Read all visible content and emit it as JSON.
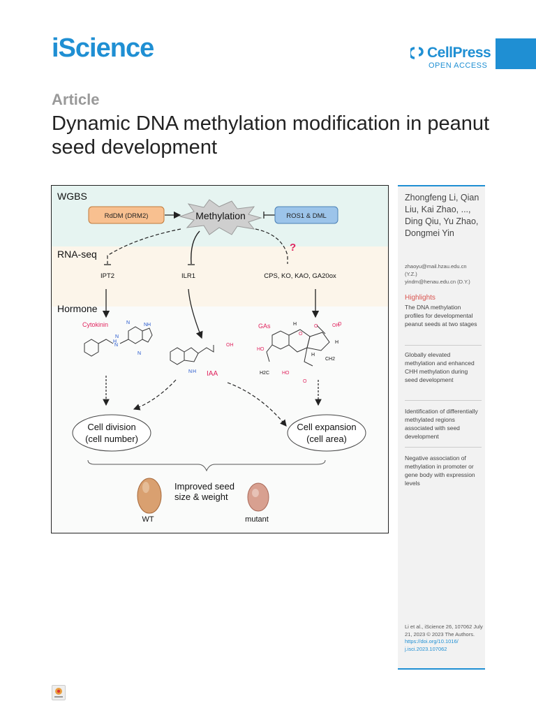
{
  "header": {
    "journal": "iScience",
    "publisher": "CellPress",
    "access": "OPEN ACCESS"
  },
  "article": {
    "type": "Article",
    "title": "Dynamic DNA methylation modification in peanut seed development"
  },
  "graphical_abstract": {
    "section_labels": [
      "WGBS",
      "RNA-seq",
      "Hormone"
    ],
    "rddm": "RdDM (DRM2)",
    "methylation": "Methylation",
    "ros1": "ROS1 & DML",
    "question": "?",
    "genes": [
      "IPT2",
      "ILR1",
      "CPS, KO, KAO, GA20ox"
    ],
    "hormones": [
      "Cytokinin",
      "IAA",
      "GAs"
    ],
    "outcome_left": [
      "Cell division",
      "(cell number)"
    ],
    "outcome_right": [
      "Cell expansion",
      "(cell area)"
    ],
    "improved": [
      "Improved seed",
      "size & weight"
    ],
    "seed_labels": [
      "WT",
      "mutant"
    ],
    "chem_labels": [
      "N",
      "N",
      "NH",
      "N",
      "N",
      "H",
      "OH",
      "H",
      "N",
      "H",
      "O",
      "OH",
      "O",
      "HO",
      "H",
      "CH2",
      "H",
      "H2C",
      "HO",
      "O",
      "O"
    ],
    "colors": {
      "wgbs_band": "#e6f4f1",
      "rnaseq_band": "#fcf5ea",
      "hormone_band": "#f5f7f5",
      "rddm_box": "#f8c090",
      "ros1_box": "#9cc4ea",
      "accent_red": "#e0245e"
    }
  },
  "sidebar": {
    "authors": "Zhongfeng Li, Qian Liu, Kai Zhao, ..., Ding Qiu, Yu Zhao, Dongmei Yin",
    "emails": [
      "zhaoyu@mail.hzau.edu.cn",
      "(Y.Z.)",
      "yindm@henau.edu.cn (D.Y.)"
    ],
    "highlights_title": "Highlights",
    "highlights": [
      "The DNA methylation profiles for developmental peanut seeds at two stages",
      "Globally elevated methylation and enhanced CHH methylation during seed development",
      "Identification of differentially methylated regions associated with seed development",
      "Negative association of methylation in promoter or gene body with expression levels"
    ],
    "citation": "Li et al., iScience 26, 107062 July 21, 2023 © 2023 The Authors.",
    "doi": "https://doi.org/10.1016/ j.isci.2023.107062"
  },
  "footer": {
    "check_updates_icon": "check-for-updates-icon"
  }
}
